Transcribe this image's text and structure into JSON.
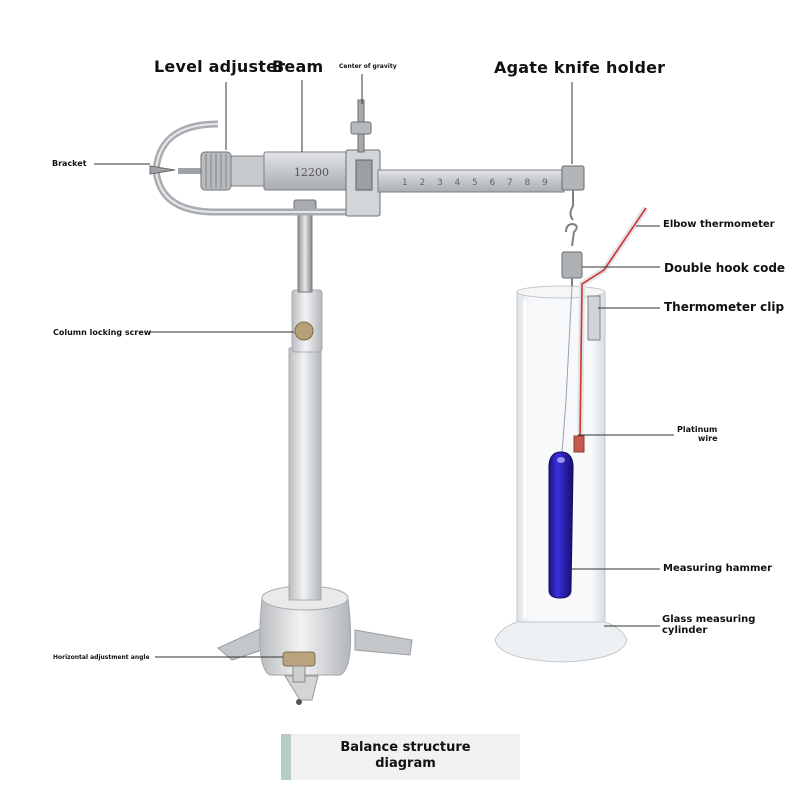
{
  "labels": {
    "level_adjuster": "Level adjuster",
    "beam": "Beam",
    "center_of_gravity": "Center of gravity",
    "agate_knife_holder": "Agate knife holder",
    "bracket": "Bracket",
    "elbow_thermometer": "Elbow thermometer",
    "double_hook_code": "Double hook code",
    "thermometer_clip": "Thermometer clip",
    "column_locking_screw": "Column locking screw",
    "platinum_wire_line1": "Platinum",
    "platinum_wire_line2": "wire",
    "measuring_hammer": "Measuring hammer",
    "glass_cylinder_line1": "Glass measuring",
    "glass_cylinder_line2": "cylinder",
    "horizontal_adjustment_angle": "Horizontal adjustment angle"
  },
  "beam_stamp": "12200",
  "beam_scale": [
    "1",
    "2",
    "3",
    "4",
    "5",
    "6",
    "7",
    "8",
    "9"
  ],
  "caption": {
    "line1": "Balance structure",
    "line2": "diagram"
  },
  "colors": {
    "metal": "#c9ccd0",
    "stand": "#e3e5e7",
    "hammer": "#2a1fc4",
    "thermometer_red": "#d3342a",
    "caption_accent": "#b7cbc7"
  }
}
